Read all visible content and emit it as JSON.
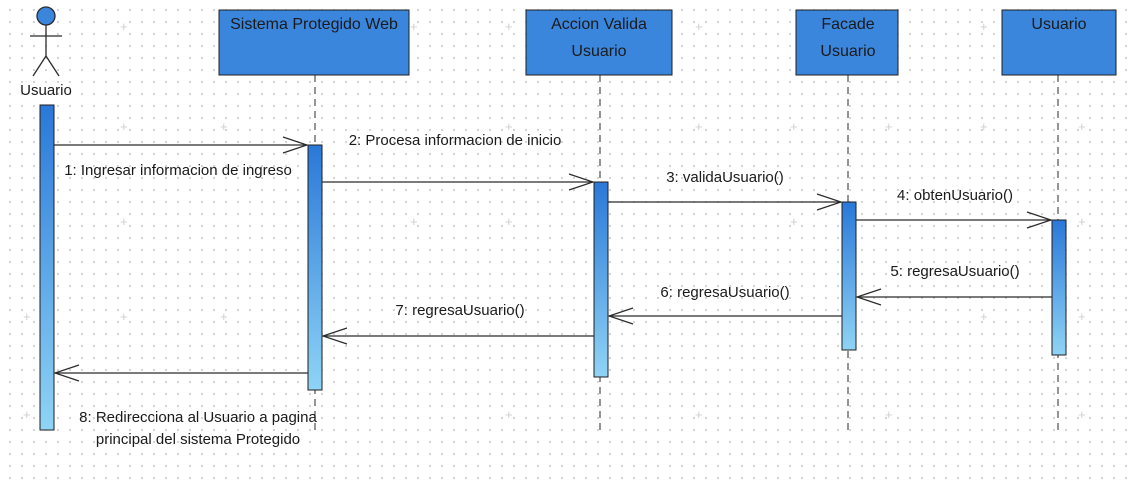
{
  "colors": {
    "box_fill": "#3b86dd",
    "box_border": "#1f1f1f",
    "activation_top": "#2a78d8",
    "activation_bottom": "#8fd4f5",
    "line": "#2b2b2b"
  },
  "actor": {
    "label": "Usuario",
    "icon": "stick-figure-icon"
  },
  "lifelines": [
    {
      "id": "sistema",
      "title": "Sistema Protegido Web"
    },
    {
      "id": "accion",
      "title": "Accion Valida Usuario"
    },
    {
      "id": "facade",
      "title": "Facade Usuario"
    },
    {
      "id": "usuario",
      "title": "Usuario"
    }
  ],
  "messages": [
    {
      "label": "1: Ingresar informacion de ingreso"
    },
    {
      "label": "2: Procesa informacion de inicio"
    },
    {
      "label": "3: validaUsuario()"
    },
    {
      "label": "4: obtenUsuario()"
    },
    {
      "label": "5: regresaUsuario()"
    },
    {
      "label": "6: regresaUsuario()"
    },
    {
      "label": "7: regresaUsuario()"
    },
    {
      "label": "8: Redirecciona al Usuario a pagina principal del sistema Protegido"
    }
  ]
}
